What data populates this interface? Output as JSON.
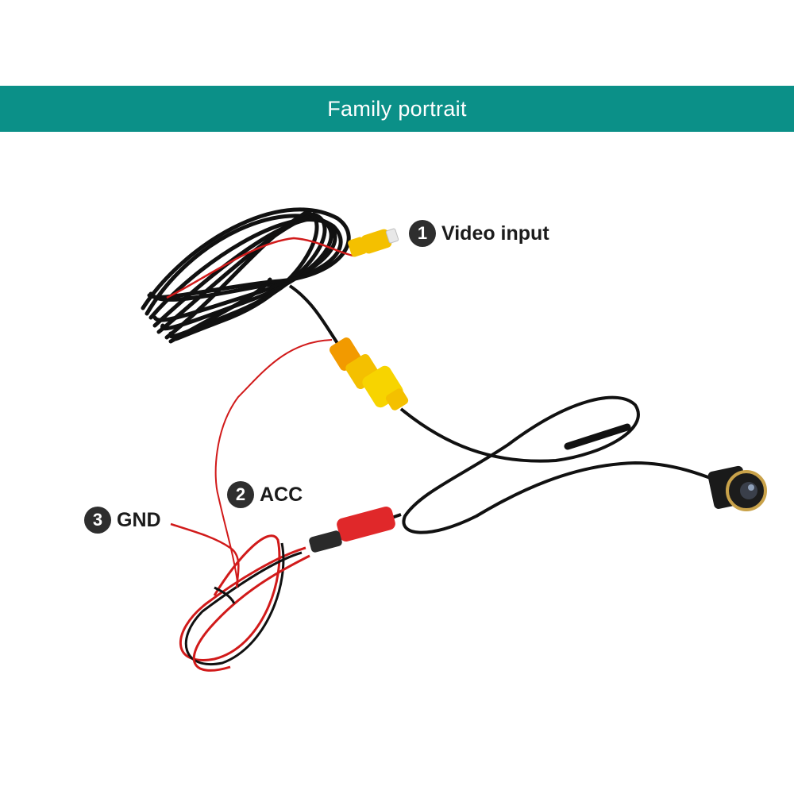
{
  "banner": {
    "title": "Family portrait",
    "color": "#0b9088"
  },
  "callouts": [
    {
      "number": "1",
      "label": "Video input"
    },
    {
      "number": "2",
      "label": "ACC"
    },
    {
      "number": "3",
      "label": "GND"
    }
  ],
  "colors": {
    "badge": "#2e2e2e",
    "cable_black": "#111111",
    "wire_red": "#d11a1a",
    "rca_yellow": "#f4c000",
    "rca_orange": "#f29a00",
    "plug_red": "#e0282a"
  }
}
